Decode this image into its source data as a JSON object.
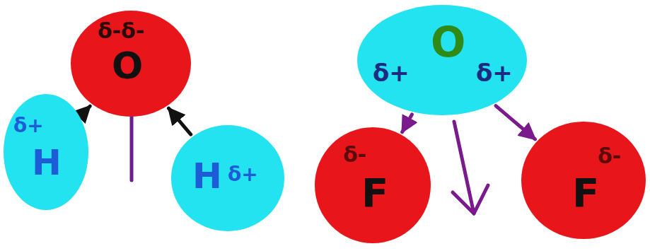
{
  "diagram": {
    "nodes": [
      {
        "text": [
          "δ-δ-",
          "O"
        ]
      },
      {
        "text": [
          "δ+",
          "H"
        ]
      },
      {
        "text": [
          "H",
          "δ+"
        ]
      },
      {
        "text": [
          "δ+",
          "O",
          "δ+"
        ]
      },
      {
        "text": [
          "δ-",
          "F"
        ]
      },
      {
        "text": [
          "δ-",
          "F"
        ]
      }
    ],
    "edges": [
      {
        "from": 1,
        "to": 0,
        "arrow": "to"
      },
      {
        "from": 2,
        "to": 0,
        "arrow": "to"
      },
      {
        "from": 3,
        "to": 4,
        "arrow": "to"
      },
      {
        "from": 3,
        "to": 5,
        "arrow": "to"
      }
    ]
  }
}
